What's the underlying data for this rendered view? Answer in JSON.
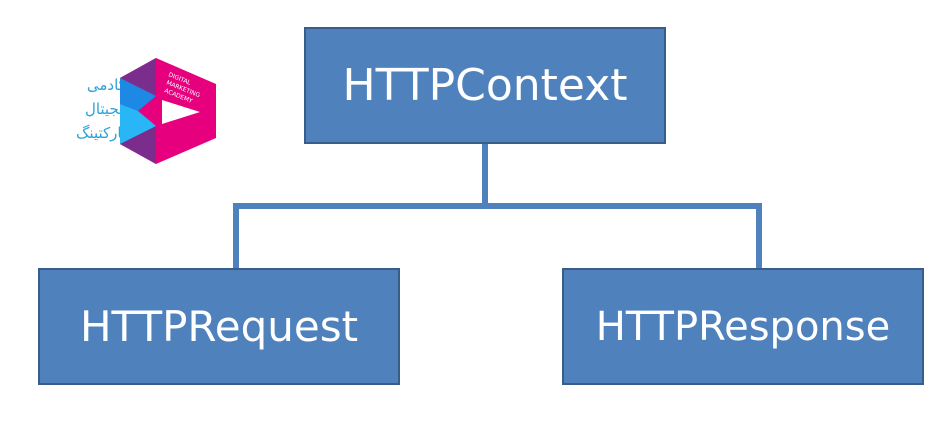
{
  "diagram": {
    "root": {
      "label": "HTTPContext"
    },
    "children": [
      {
        "label": "HTTPRequest"
      },
      {
        "label": "HTTPResponse"
      }
    ],
    "colors": {
      "box_fill": "#4f81bd",
      "box_border": "#385d8a",
      "connector": "#4f81bd",
      "text": "#ffffff"
    }
  },
  "logo": {
    "lines": [
      "آکادمی",
      "دیجیتال",
      "مارکتینگ"
    ],
    "badge_text": "DIGITAL MARKETING ACADEMY",
    "colors": {
      "text": "#2aa3d8",
      "magenta": "#e6007e",
      "purple": "#7b2d8e",
      "blue": "#1e88e5"
    }
  }
}
